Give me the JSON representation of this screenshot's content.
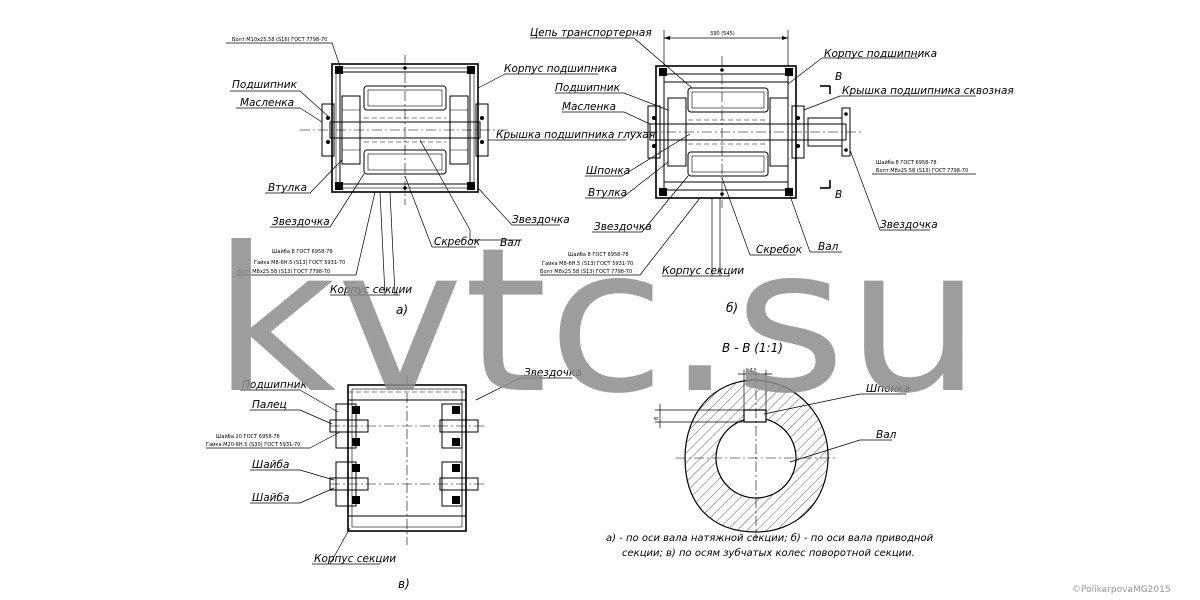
{
  "views": {
    "a": {
      "caption": "а)",
      "labels": {
        "bolt_top": "Болт М10х25.58 (S16) ГОСТ 7798-70",
        "bearing": "Подшипник",
        "oiler": "Масленка",
        "sleeve": "Втулка",
        "sprocket_left": "Звездочка",
        "bearing_housing": "Корпус подшипника",
        "bearing_cap_blind": "Крышка подшипника глухая",
        "sprocket_right": "Звездочка",
        "scraper": "Скребок",
        "shaft": "Вал",
        "section_housing": "Корпус секции",
        "washer_spec": "Шайба 8 ГОСТ 6958-78",
        "nut_spec": "Гайка М8-6Н.5 (S13) ГОСТ 5931-70",
        "bolt_spec": "Болт М8х25.58 (S13) ГОСТ 7798-70"
      }
    },
    "b": {
      "caption": "б)",
      "labels": {
        "chain": "Цепь транспортерная",
        "dimension": "330 (545)",
        "bearing_housing": "Корпус подшипника",
        "bearing": "Подшипник",
        "oiler": "Масленка",
        "bearing_cap_through": "Крышка подшипника сквозная",
        "key": "Шпонка",
        "sleeve": "Втулка",
        "sprocket_left": "Звездочка",
        "scraper": "Скребок",
        "shaft": "Вал",
        "section_housing": "Корпус секции",
        "sprocket_right": "Звездочка",
        "section_mark_top": "В",
        "section_mark_bottom": "В",
        "washer_spec_right": "Шайба 8 ГОСТ 6958-78",
        "bolt_spec_right": "Болт М8х25.58 (S13) ГОСТ 7798-70",
        "washer_spec": "Шайба 8 ГОСТ 6958-78",
        "nut_spec": "Гайка М8-6Н.5 (S13) ГОСТ 5931-70",
        "bolt_spec": "Болт М8х25.58 (S13) ГОСТ 7798-70"
      }
    },
    "c": {
      "caption": "в)",
      "labels": {
        "bearing": "Подшипник",
        "pin": "Палец",
        "sprocket": "Звездочка",
        "washer_spec": "Шайба 20 ГОСТ 6958-78",
        "nut_spec": "Гайка М20-6Н.5 (S30) ГОСТ 5931-70",
        "washer1": "Шайба",
        "washer2": "Шайба",
        "section_housing": "Корпус секции"
      }
    },
    "section": {
      "title": "В - В (1:1)",
      "key": "Шпонка",
      "shaft": "Вал",
      "dim_width": "12",
      "dim_height": "8"
    }
  },
  "note_line1": "а) - по оси вала натяжной секции; б) - по оси вала приводной",
  "note_line2": "секции; в) по осям зубчатых колес поворотной секции.",
  "watermark": "kvtc.su",
  "copyright": "©PolikarpovaMG2015"
}
